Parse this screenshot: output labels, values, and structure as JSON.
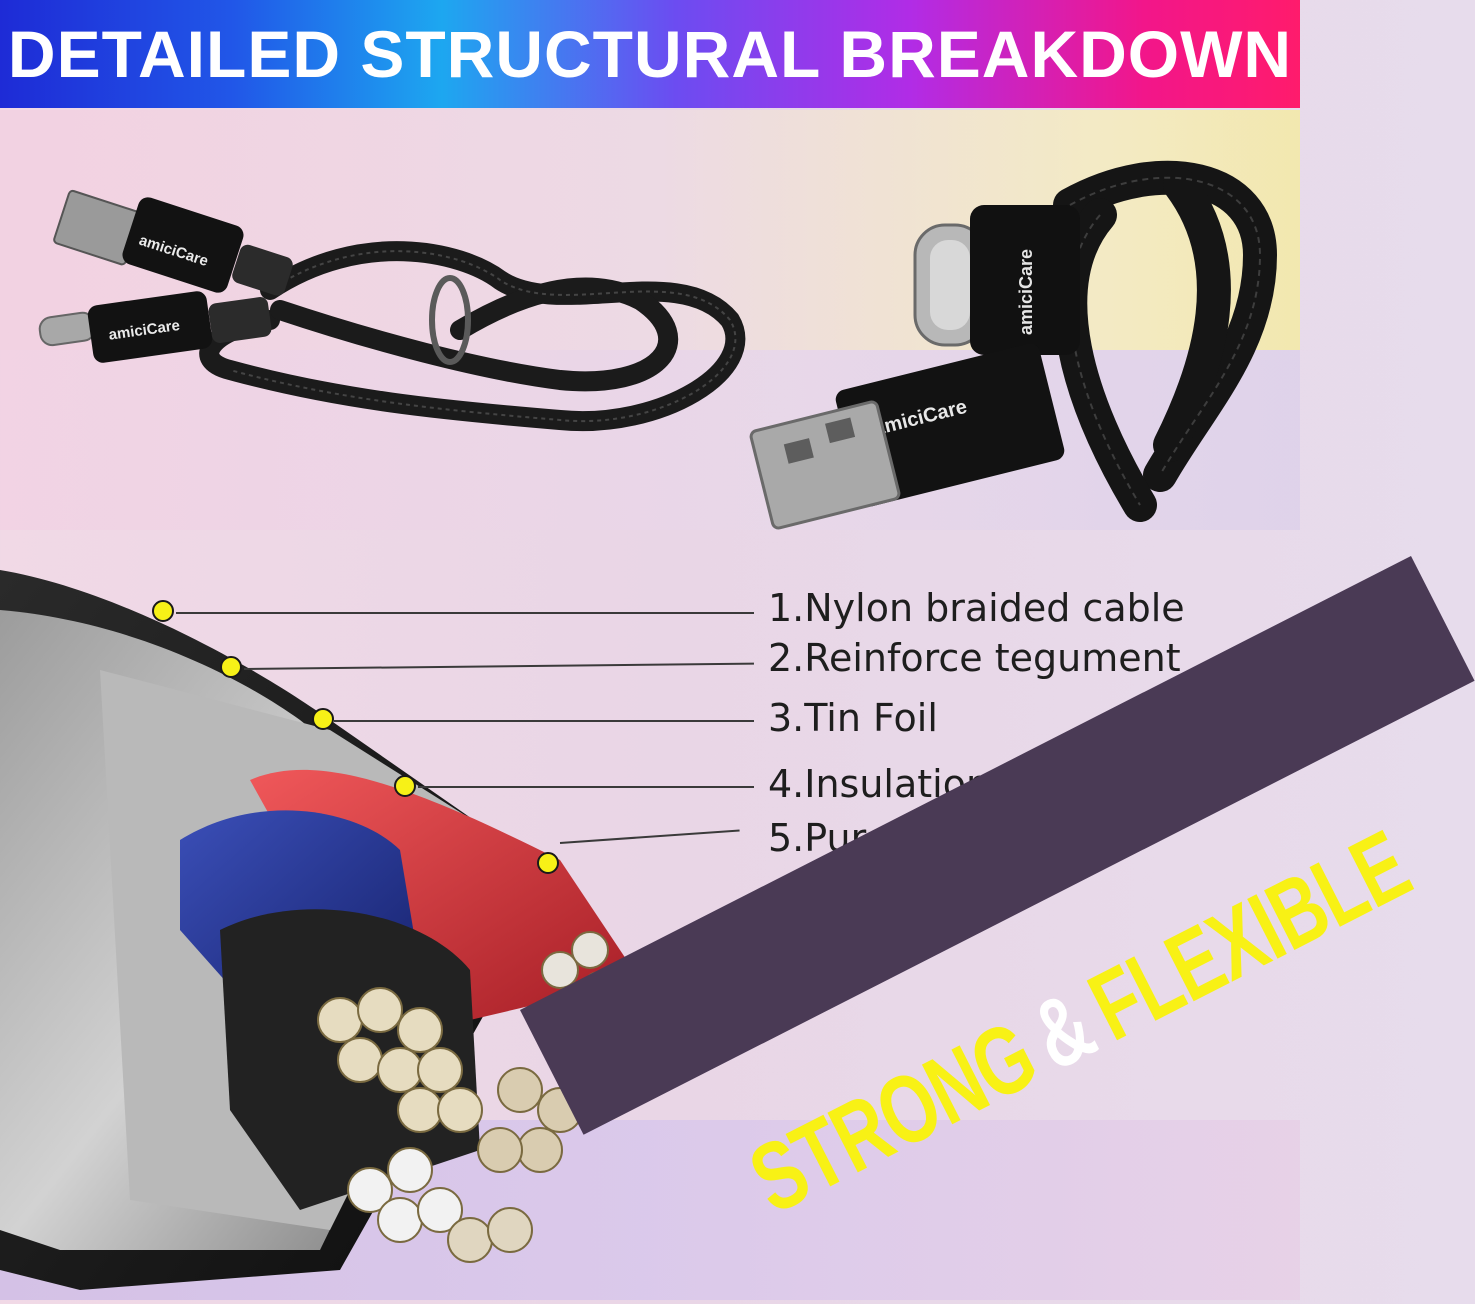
{
  "header": {
    "title": "DETAILED STRUCTURAL BREAKDOWN"
  },
  "products": {
    "brand_logo": "amiciCare"
  },
  "layers": [
    {
      "label": "1.Nylon braided cable"
    },
    {
      "label": "2.Reinforce tegument"
    },
    {
      "label": "3.Tin Foil"
    },
    {
      "label": "4.Insulation Layer"
    },
    {
      "label": "5.Pure Copper Core"
    }
  ],
  "slogan": {
    "strong": "STRONG",
    "amp": "&",
    "flexible": "FLEXIBLE"
  },
  "colors": {
    "callout_dot": "#f7f117",
    "slogan_yellow": "#f8f115",
    "banner": "#4a3a55"
  }
}
